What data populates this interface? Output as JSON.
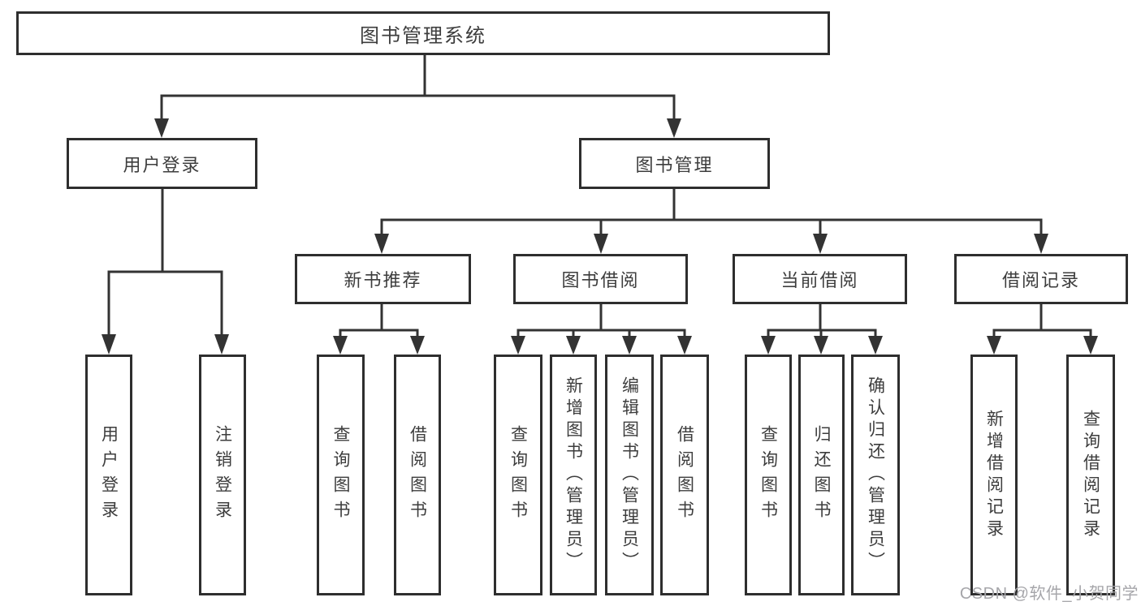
{
  "diagram": {
    "title": "图书管理系统",
    "level2": [
      "用户登录",
      "图书管理"
    ],
    "level3": [
      "新书推荐",
      "图书借阅",
      "当前借阅",
      "借阅记录"
    ],
    "leaves": [
      [
        "用户登录",
        "注销登录"
      ],
      [
        "查询图书",
        "借阅图书"
      ],
      [
        "查询图书",
        "新增图书（管理员）",
        "编辑图书（管理员）",
        "借阅图书"
      ],
      [
        "查询图书",
        "归还图书",
        "确认归还（管理员）"
      ],
      [
        "新增借阅记录",
        "查询借阅记录"
      ]
    ],
    "colors": {
      "line": "#333333",
      "box_border": "#2e2e2e",
      "text": "#3d3d3d",
      "watermark": "#a6a6aa",
      "background": "#ffffff"
    }
  },
  "watermark": "CSDN @软件_小贺同学"
}
